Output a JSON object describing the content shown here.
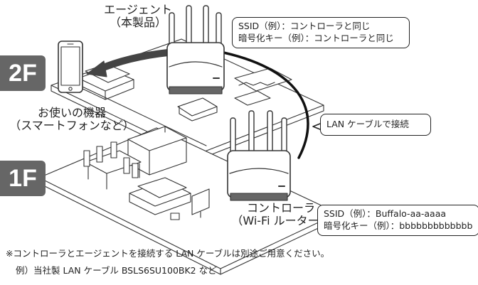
{
  "floors": {
    "upper": "2F",
    "lower": "1F"
  },
  "agent": {
    "line1": "エージェント",
    "line2": "（本製品）"
  },
  "device": {
    "line1": "お使いの機器",
    "line2": "（スマートフォンなど）"
  },
  "controller": {
    "line1": "コントローラ",
    "line2": "（Wi-Fi ルーター）"
  },
  "agent_ssid_box": {
    "ssid": "SSID（例）：コントローラと同じ",
    "key": "暗号化キー（例）：コントローラと同じ"
  },
  "controller_ssid_box": {
    "ssid": "SSID（例）：Buffalo-aa-aaaa",
    "key": "暗号化キー（例）：bbbbbbbbbbbbb"
  },
  "lan_label": "LAN ケーブルで接続",
  "footnote": {
    "line1": "※コントローラとエージェントを接続する LAN ケーブルは別途ご用意ください。",
    "line2": "例）当社製 LAN ケーブル BSLS6SU100BK2 など"
  },
  "colors": {
    "floor_badge": "#666666",
    "line": "#333333",
    "cable": "#111111"
  }
}
